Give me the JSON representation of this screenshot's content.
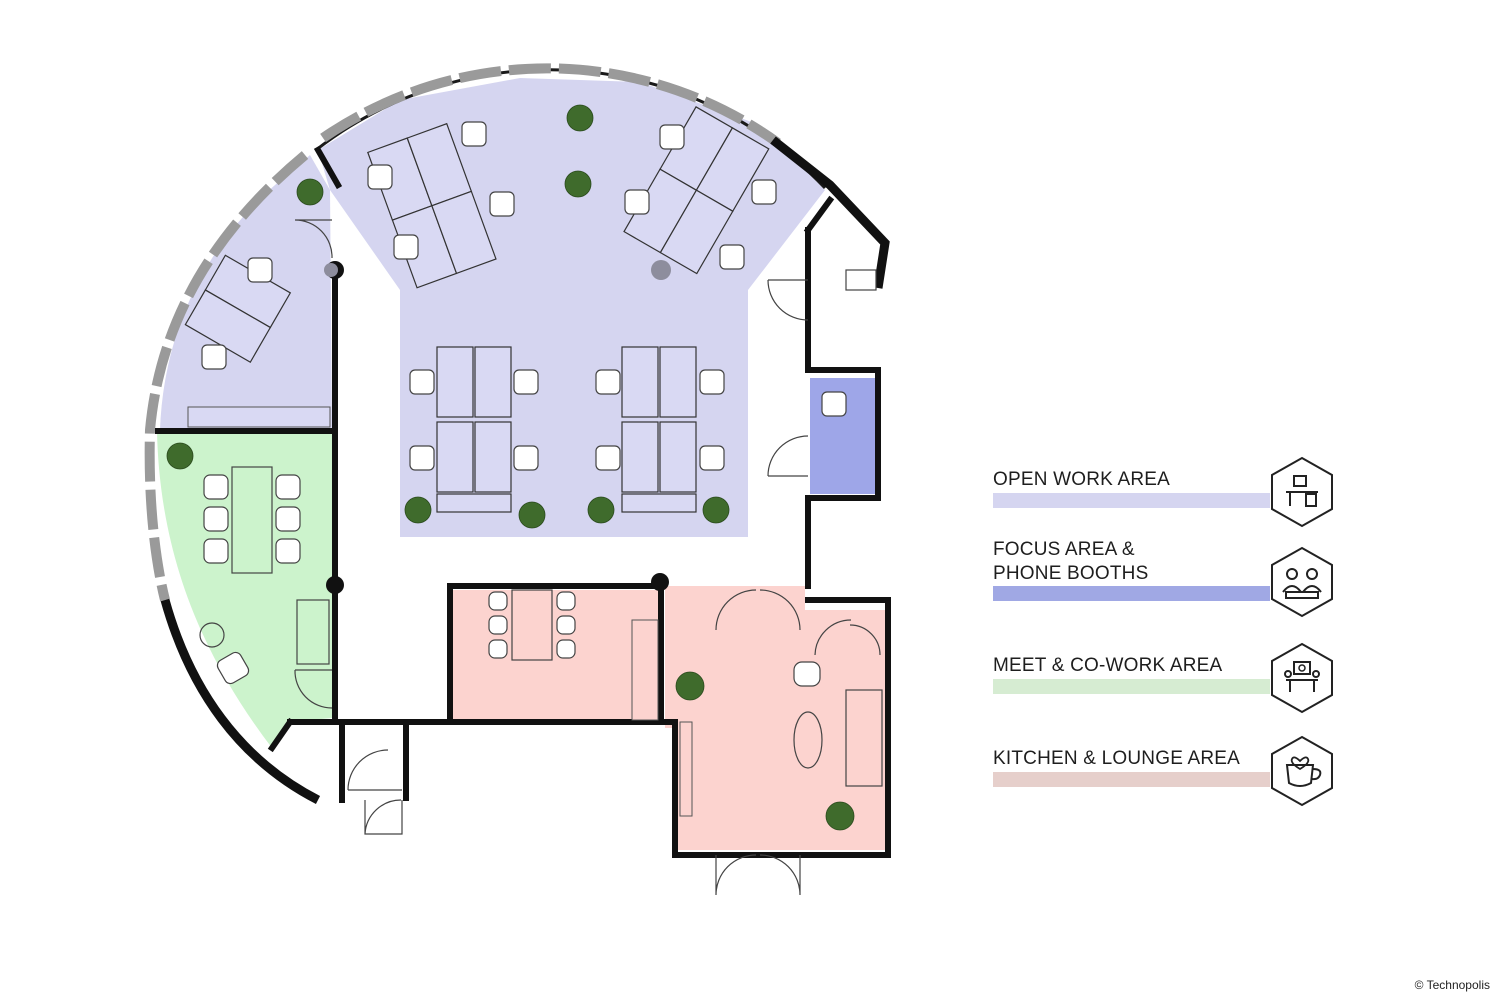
{
  "legend": {
    "items": [
      {
        "label_lines": [
          "OPEN WORK AREA"
        ],
        "color": "#d5d5f0",
        "icon": "desk-icon"
      },
      {
        "label_lines": [
          "FOCUS AREA &",
          "PHONE BOOTHS"
        ],
        "color": "#a0a8e4",
        "icon": "people-headset-icon"
      },
      {
        "label_lines": [
          "MEET & CO-WORK AREA"
        ],
        "color": "#d6ecd2",
        "icon": "meeting-table-icon"
      },
      {
        "label_lines": [
          "KITCHEN & LOUNGE AREA"
        ],
        "color": "#e6cfcb",
        "icon": "coffee-cup-heart-icon"
      }
    ]
  },
  "zones": {
    "open_work": "#d5d5f0",
    "focus": "#9ea6e8",
    "meet": "#ccf3cc",
    "kitchen": "#fcd3cf"
  },
  "copyright": "© Technopolis"
}
